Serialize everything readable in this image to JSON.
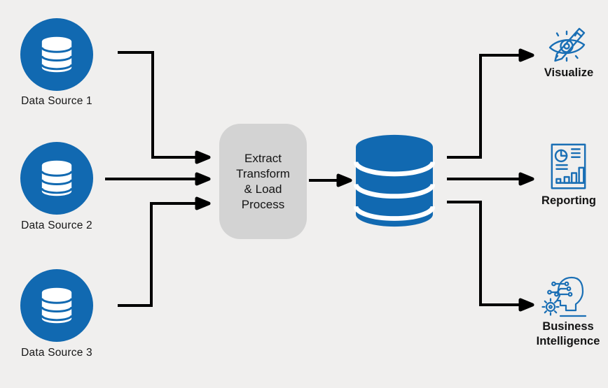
{
  "colors": {
    "bg": "#f0efee",
    "blue": "#1169b1",
    "iconblue": "#1a6fb5",
    "box": "#d3d3d3",
    "line": "#000000",
    "text": "#161616"
  },
  "sources": [
    {
      "label": "Data Source 1",
      "icon": "database-icon"
    },
    {
      "label": "Data Source 2",
      "icon": "database-icon"
    },
    {
      "label": "Data Source 3",
      "icon": "database-icon"
    }
  ],
  "etl": {
    "lines": [
      "Extract",
      "Transform",
      "& Load",
      "Process"
    ]
  },
  "warehouse": {
    "icon": "database-cylinder-icon"
  },
  "outputs": [
    {
      "label": "Visualize",
      "icon": "eye-pencil-icon"
    },
    {
      "label": "Reporting",
      "icon": "report-chart-document-icon"
    },
    {
      "label": "Business Intelligence",
      "lines": [
        "Business",
        "Intelligence"
      ],
      "icon": "ai-head-circuit-icon"
    }
  ]
}
